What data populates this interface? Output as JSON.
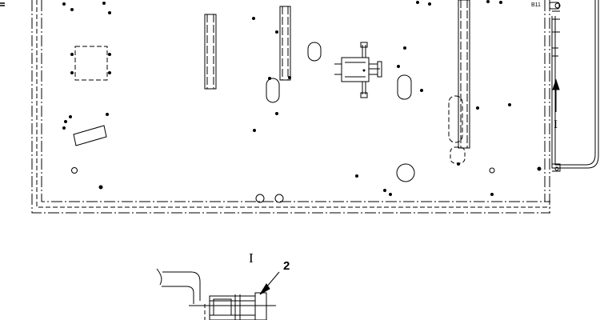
{
  "drawing": {
    "connector_label": "B11",
    "section_marker_main": "I",
    "section_marker_detail": "I",
    "callout_number": "2"
  },
  "colors": {
    "line": "#000000",
    "background": "#ffffff"
  }
}
